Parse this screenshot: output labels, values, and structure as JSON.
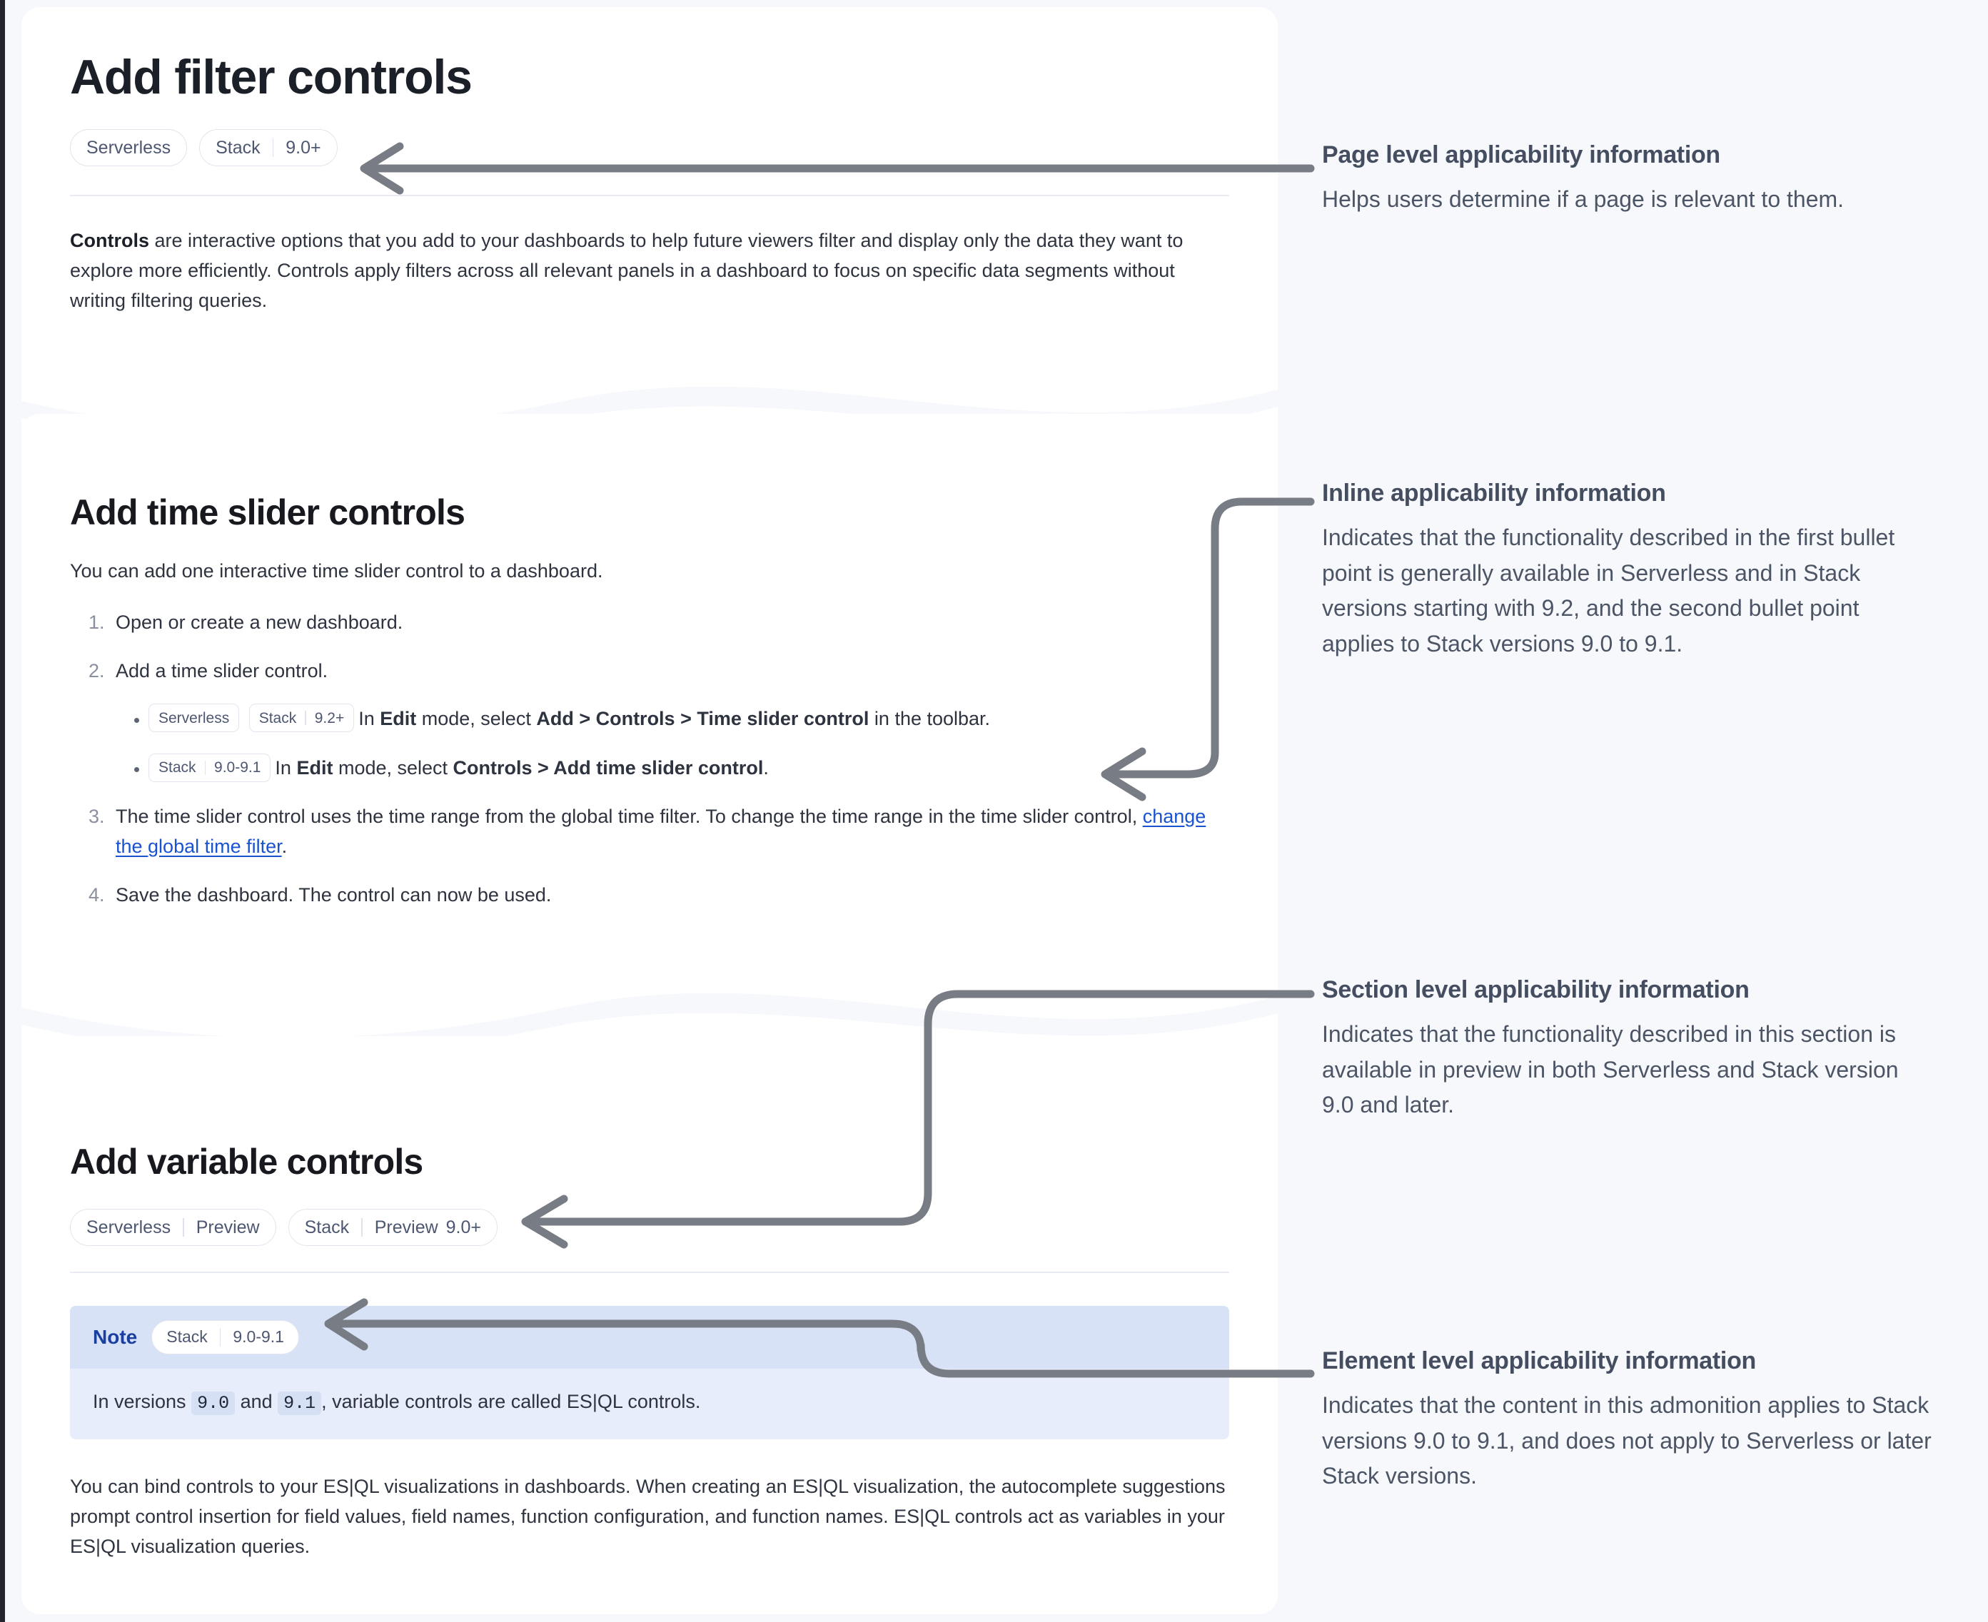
{
  "document": {
    "page_title": "Add filter controls",
    "page_badges": [
      {
        "product": "Serverless"
      },
      {
        "product": "Stack",
        "version": "9.0+"
      }
    ],
    "intro": {
      "lead": "Controls",
      "rest": " are interactive options that you add to your dashboards to help future viewers filter and display only the data they want to explore more efficiently. Controls apply filters across all relevant panels in a dashboard to focus on specific data segments without writing filtering queries."
    },
    "section_time_slider": {
      "title": "Add time slider controls",
      "intro": "You can add one interactive time slider control to a dashboard.",
      "steps": [
        {
          "text": "Open or create a new dashboard."
        },
        {
          "text": "Add a time slider control."
        },
        {
          "pre": "The time slider control uses the time range from the global time filter. To change the time range in the time slider control, ",
          "link": "change the global time filter",
          "post": "."
        },
        {
          "text": "Save the dashboard. The control can now be used."
        }
      ],
      "bullets": [
        {
          "tags": [
            {
              "product": "Serverless"
            },
            {
              "product": "Stack",
              "version": "9.2+"
            }
          ],
          "segments": [
            {
              "text": "In ",
              "bold": false
            },
            {
              "text": "Edit",
              "bold": true
            },
            {
              "text": " mode, select ",
              "bold": false
            },
            {
              "text": "Add > Controls > Time slider control",
              "bold": true
            },
            {
              "text": " in the toolbar.",
              "bold": false
            }
          ]
        },
        {
          "tags": [
            {
              "product": "Stack",
              "version": "9.0-9.1"
            }
          ],
          "segments": [
            {
              "text": "In ",
              "bold": false
            },
            {
              "text": "Edit",
              "bold": true
            },
            {
              "text": " mode, select ",
              "bold": false
            },
            {
              "text": "Controls > Add time slider control",
              "bold": true
            },
            {
              "text": ".",
              "bold": false
            }
          ]
        }
      ]
    },
    "section_variable": {
      "title": "Add variable controls",
      "badges": [
        {
          "product": "Serverless",
          "lifecycle": "Preview"
        },
        {
          "product": "Stack",
          "lifecycle": "Preview",
          "version": "9.0+"
        }
      ],
      "note": {
        "label": "Note",
        "badge": {
          "product": "Stack",
          "version": "9.0-9.1"
        },
        "body_pre": "In versions ",
        "code_1": "9.0",
        "body_mid": " and ",
        "code_2": "9.1",
        "body_post": ", variable controls are called ES|QL controls."
      },
      "paragraph": "You can bind controls to your ES|QL visualizations in dashboards. When creating an ES|QL visualization, the autocomplete suggestions prompt control insertion for field values, field names, function configuration, and function names. ES|QL controls act as variables in your ES|QL visualization queries."
    }
  },
  "annotations": [
    {
      "title": "Page level applicability information",
      "body": "Helps users determine if a page is relevant to them."
    },
    {
      "title": "Inline applicability information",
      "body": "Indicates that the functionality described in the first bullet point is generally available in Serverless and in Stack versions starting with 9.2, and the second bullet point applies to Stack versions 9.0 to 9.1."
    },
    {
      "title": "Section level applicability information",
      "body": "Indicates that the functionality described in this section is available in preview in both Serverless and Stack version 9.0 and later."
    },
    {
      "title": "Element level applicability information",
      "body": "Indicates that the content in this admonition applies to Stack versions 9.0 to 9.1, and does not apply to Serverless or later Stack versions."
    }
  ],
  "colors": {
    "page_background": "#f7f8fc",
    "panel_background": "#ffffff",
    "connector": "#787d85",
    "link": "#1a53d0",
    "note_header": "#d8e2f6",
    "note_body": "#e7edfb",
    "note_label": "#1a3fa0",
    "badge_text": "#4e5772",
    "annotation_text": "#4c5565"
  }
}
